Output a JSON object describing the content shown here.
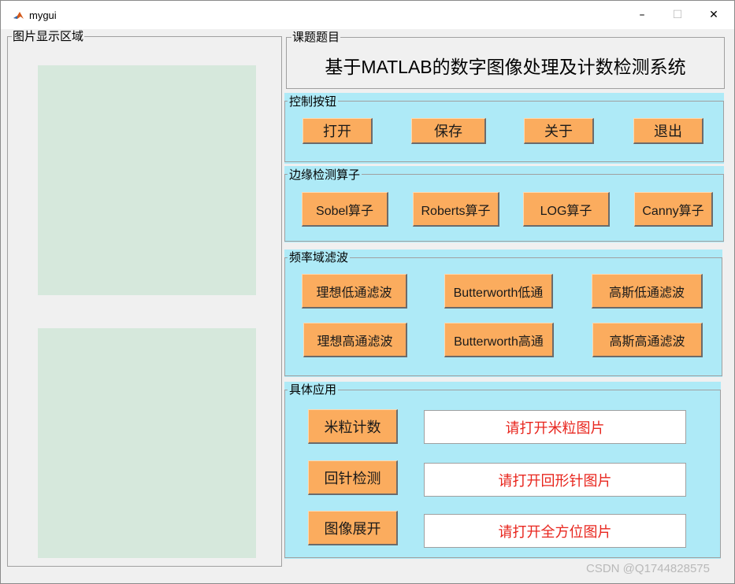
{
  "window": {
    "title": "mygui",
    "minimize_symbol": "–",
    "maximize_symbol": "☐",
    "close_symbol": "✕"
  },
  "image_display": {
    "label": "图片显示区域"
  },
  "topic": {
    "label": "课题题目",
    "title": "基于MATLAB的数字图像处理及计数检测系统"
  },
  "controls": {
    "label": "控制按钮",
    "buttons": [
      "打开",
      "保存",
      "关于",
      "退出"
    ]
  },
  "edge_detection": {
    "label": "边缘检测算子",
    "buttons": [
      "Sobel算子",
      "Roberts算子",
      "LOG算子",
      "Canny算子"
    ]
  },
  "frequency_filter": {
    "label": "频率域滤波",
    "buttons": [
      "理想低通滤波",
      "Butterworth低通",
      "高斯低通滤波",
      "理想高通滤波",
      "Butterworth高通",
      "高斯高通滤波"
    ]
  },
  "applications": {
    "label": "具体应用",
    "items": [
      {
        "button": "米粒计数",
        "result": "请打开米粒图片"
      },
      {
        "button": "回针检测",
        "result": "请打开回形针图片"
      },
      {
        "button": "图像展开",
        "result": "请打开全方位图片"
      }
    ]
  },
  "watermark": "CSDN @Q1744828575",
  "colors": {
    "button": "#fbac5e",
    "group_background": "#aeeaf7",
    "axes": "#d6e8dc",
    "result_text": "#e8261e"
  },
  "icons": {
    "app": "matlab-icon"
  }
}
